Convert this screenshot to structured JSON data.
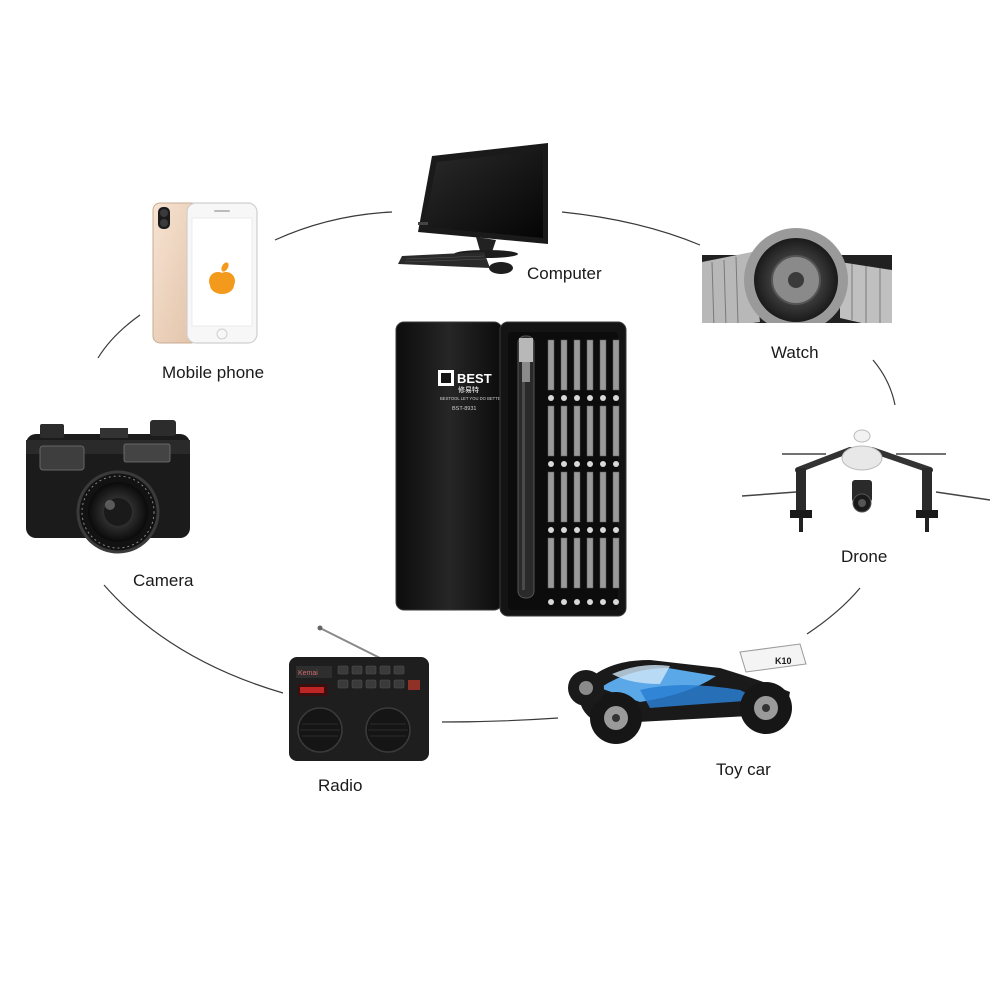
{
  "labels": {
    "computer": "Computer",
    "mobile_phone": "Mobile phone",
    "watch": "Watch",
    "camera": "Camera",
    "drone": "Drone",
    "radio": "Radio",
    "toy_car": "Toy car"
  },
  "kit": {
    "brand": "BEST",
    "brand_cn": "修易特",
    "tagline": "BESTOOL LET YOU DO BETTER",
    "model": "BST-8931"
  },
  "toy_car": {
    "number": "K10"
  },
  "radio": {
    "brand": "Kemai"
  },
  "colors": {
    "connector": "#3a3a3a",
    "kit_body": "#141414",
    "phone_gold": "#f2d9c4",
    "car_blue": "#2a7fd4"
  }
}
